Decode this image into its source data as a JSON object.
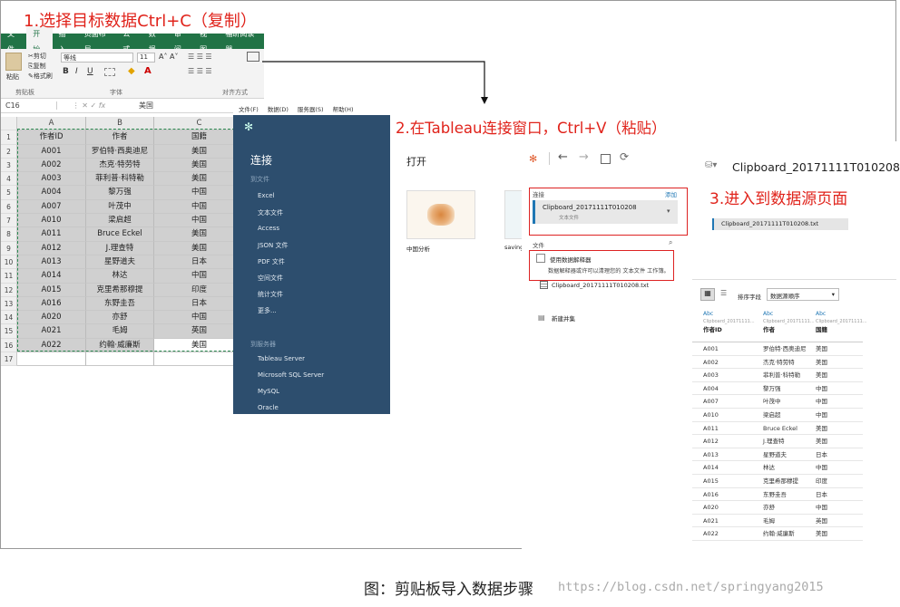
{
  "steps": {
    "s1": "1.选择目标数据Ctrl+C（复制）",
    "s2": "2.在Tableau连接窗口，Ctrl+V（粘贴）",
    "s3": "3.进入到数据源页面"
  },
  "excel": {
    "tabs": [
      "文件",
      "开始",
      "插入",
      "页面布局",
      "公式",
      "数据",
      "审阅",
      "视图",
      "福昕阅读器"
    ],
    "ribbon": {
      "paste": "粘贴",
      "cut": "剪切",
      "copy": "复制",
      "format_painter": "格式刷",
      "clipboard": "剪贴板",
      "font_name": "等线",
      "font_size": "11",
      "font": "字体",
      "align": "对齐方式",
      "bold": "B",
      "italic": "I",
      "underline": "U"
    },
    "cell_ref": "C16",
    "formula_value": "美国",
    "fx": "fx",
    "col_headers": [
      "A",
      "B",
      "C"
    ],
    "rows": [
      [
        "作者ID",
        "作者",
        "国籍"
      ],
      [
        "A001",
        "罗伯特·西奥迪尼",
        "美国"
      ],
      [
        "A002",
        "杰克·特劳特",
        "美国"
      ],
      [
        "A003",
        "菲利普·科特勒",
        "美国"
      ],
      [
        "A004",
        "黎万强",
        "中国"
      ],
      [
        "A007",
        "叶茂中",
        "中国"
      ],
      [
        "A010",
        "梁启超",
        "中国"
      ],
      [
        "A011",
        "Bruce Eckel",
        "美国"
      ],
      [
        "A012",
        "J.理查特",
        "美国"
      ],
      [
        "A013",
        "星野道夫",
        "日本"
      ],
      [
        "A014",
        "林达",
        "中国"
      ],
      [
        "A015",
        "克里希那穆提",
        "印度"
      ],
      [
        "A016",
        "东野圭吾",
        "日本"
      ],
      [
        "A020",
        "亦舒",
        "中国"
      ],
      [
        "A021",
        "毛姆",
        "英国"
      ],
      [
        "A022",
        "约翰·威廉斯",
        "美国"
      ],
      [
        "",
        "",
        ""
      ]
    ]
  },
  "tableau": {
    "menu": [
      "文件(F)",
      "数据(D)",
      "服务器(S)",
      "帮助(H)"
    ],
    "connect": "连接",
    "to_file": "到文件",
    "file_items": [
      "Excel",
      "文本文件",
      "Access",
      "JSON 文件",
      "PDF 文件",
      "空间文件",
      "统计文件",
      "更多..."
    ],
    "to_server": "到服务器",
    "server_items": [
      "Tableau Server",
      "Microsoft SQL Server",
      "MySQL",
      "Oracle"
    ],
    "open": "打开",
    "thumb1": "中国分析",
    "thumb2": "saving"
  },
  "datasource": {
    "conn_label": "连接",
    "add": "添加",
    "conn_name": "Clipboard_20171111T010208",
    "conn_sub": "文本文件",
    "file_label": "文件",
    "interpreter": "使用数据解释器",
    "interpreter_desc": "数据解释器或许可以清理您的 文本文件 工作簿。",
    "file_item": "Clipboard_20171111T010208.txt",
    "new_union": "新建并集",
    "title": "Clipboard_20171111T010208",
    "table_pill": "Clipboard_20171111T010208.txt",
    "sort_label": "排序字段",
    "sort_value": "数据源顺序",
    "col_type": "Abc",
    "col_src": "Clipboard_20171111...",
    "columns": [
      "作者ID",
      "作者",
      "国籍"
    ],
    "rows": [
      [
        "A001",
        "罗伯特·西奥迪尼",
        "美国"
      ],
      [
        "A002",
        "杰克·特劳特",
        "美国"
      ],
      [
        "A003",
        "菲利普·科特勒",
        "美国"
      ],
      [
        "A004",
        "黎万强",
        "中国"
      ],
      [
        "A007",
        "叶茂中",
        "中国"
      ],
      [
        "A010",
        "梁启超",
        "中国"
      ],
      [
        "A011",
        "Bruce Eckel",
        "美国"
      ],
      [
        "A012",
        "J.理查特",
        "美国"
      ],
      [
        "A013",
        "星野道夫",
        "日本"
      ],
      [
        "A014",
        "林达",
        "中国"
      ],
      [
        "A015",
        "克里希那穆提",
        "印度"
      ],
      [
        "A016",
        "东野圭吾",
        "日本"
      ],
      [
        "A020",
        "亦舒",
        "中国"
      ],
      [
        "A021",
        "毛姆",
        "英国"
      ],
      [
        "A022",
        "约翰·威廉斯",
        "美国"
      ]
    ]
  },
  "caption": "图：剪贴板导入数据步骤",
  "watermark": "https://blog.csdn.net/springyang2015",
  "colors": {
    "excel_green": "#217346",
    "tableau_blue": "#2d4e6e",
    "annotation_red": "#e0231b"
  }
}
